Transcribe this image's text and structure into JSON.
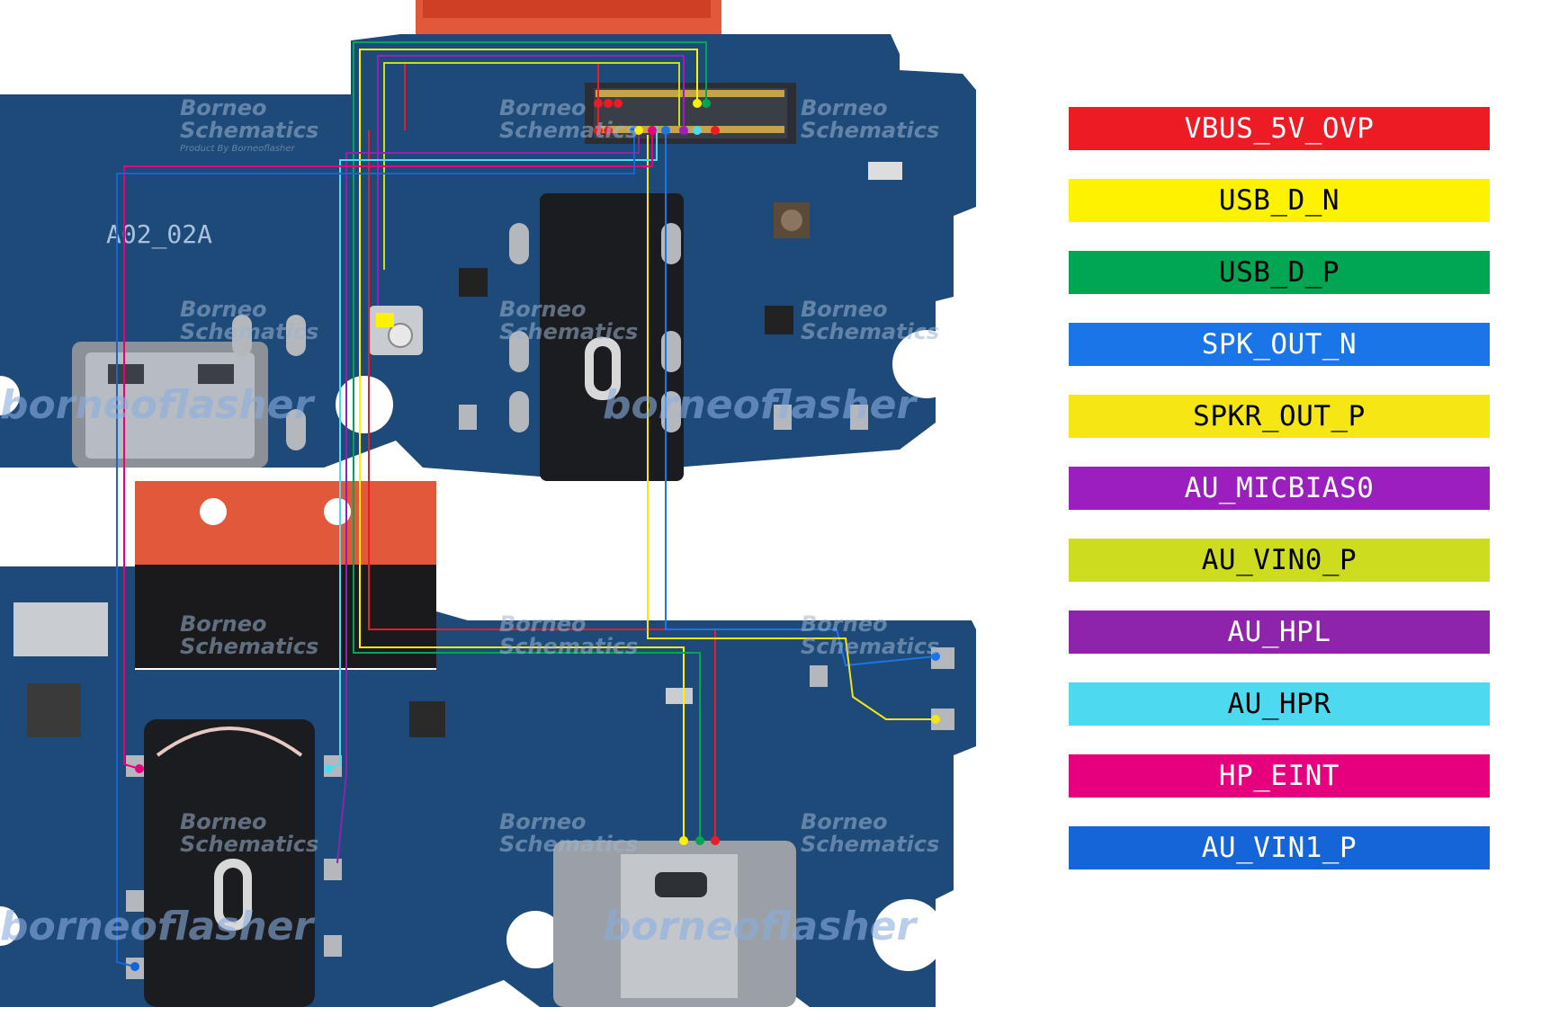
{
  "board": {
    "model_label": "A02_02A",
    "watermark": {
      "line1": "Borneo",
      "line2": "Schematics",
      "line3": "Product By Borneoflasher"
    },
    "brand_watermark": "borneoflasher"
  },
  "legend": [
    {
      "label": "VBUS_5V_OVP",
      "color": "#ed1c24",
      "text_color": "#ffffff"
    },
    {
      "label": "USB_D_N",
      "color": "#fff200",
      "text_color": "#000000"
    },
    {
      "label": "USB_D_P",
      "color": "#00a651",
      "text_color": "#000000"
    },
    {
      "label": "SPK_OUT_N",
      "color": "#1a75e8",
      "text_color": "#ffffff"
    },
    {
      "label": "SPKR_OUT_P",
      "color": "#f5e614",
      "text_color": "#000000"
    },
    {
      "label": "AU_MICBIAS0",
      "color": "#9b1fbd",
      "text_color": "#ffffff"
    },
    {
      "label": "AU_VIN0_P",
      "color": "#cddc1e",
      "text_color": "#000000"
    },
    {
      "label": "AU_HPL",
      "color": "#8e24aa",
      "text_color": "#ffffff"
    },
    {
      "label": "AU_HPR",
      "color": "#4dd9f0",
      "text_color": "#000000"
    },
    {
      "label": "HP_EINT",
      "color": "#e6007e",
      "text_color": "#ffffff"
    },
    {
      "label": "AU_VIN1_P",
      "color": "#1565d8",
      "text_color": "#ffffff"
    }
  ]
}
